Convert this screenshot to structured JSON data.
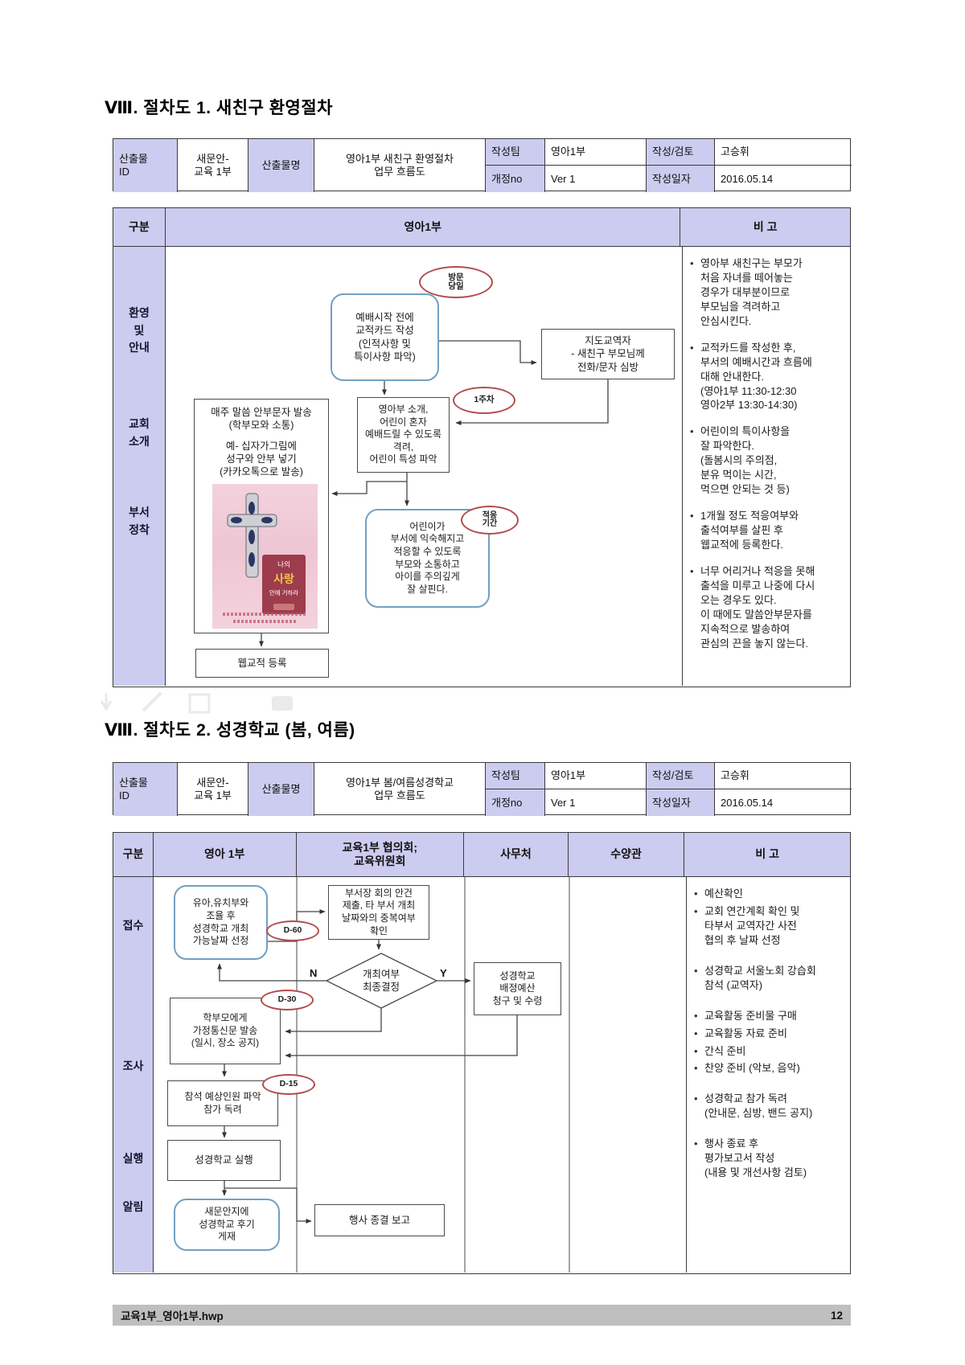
{
  "footer": {
    "filename": "교육1부_영아1부.hwp",
    "page_number": "12"
  },
  "colors": {
    "lavender": "#ccccf0",
    "oval_red": "#b24c4c",
    "roundbox_blue": "#72a0c2",
    "card_pink": "#eec6d4",
    "footer_gray": "#bfbfbf"
  },
  "doc1": {
    "title": "Ⅷ. 절차도 1. 새친구 환영절차",
    "meta": {
      "id_label": "산출물\nID",
      "id_value": "새문안-\n교육 1부",
      "name_label": "산출물명",
      "name_value": "영아1부 새친구 환영절차\n업무 흐름도",
      "team_label": "작성팀",
      "team_value": "영아1부",
      "review_label": "작성/검토",
      "review_value": "고승휘",
      "rev_label": "개정no",
      "rev_value": "Ver 1",
      "date_label": "작성일자",
      "date_value": "2016.05.14"
    },
    "columns": {
      "gubun": "구분",
      "main": "영아1부",
      "note": "비 고"
    },
    "lanes": [
      "환영\n및\n안내",
      "교회\n소개",
      "부서\n정착"
    ],
    "flow": {
      "oval_visit": "방문\n당일",
      "box_card": "예배시작 전에\n교적카드 작성\n(인적사항 및\n특이사항 파악)",
      "box_pastor": "지도교역자\n- 새친구 부모님께\n전화/문자 심방",
      "oval_week1": "1주차",
      "box_intro": "영아부 소개,\n어린이 혼자\n예배드릴 수 있도록\n격려,\n어린이 특성 파악",
      "box_message_line1": "매주 말씀 안부문자 발송\n(학부모와 소통)",
      "box_message_line2": "예- 십자가그림에\n성구와 안부 넣기\n(카카오톡으로 발송)",
      "card_image": {
        "book_line1": "나의",
        "book_line2": "사랑",
        "book_line3": "안에 거하라"
      },
      "oval_adapt": "적응\n기간",
      "box_adapt": "어린이가\n부서에 익숙해지고\n적응할 수 있도록\n부모와 소통하고\n아이를 주의깊게\n잘 살핀다.",
      "box_register": "웹교적 등록"
    },
    "notes": [
      "영아부 새친구는 부모가\n처음 자녀를 떼어놓는\n경우가 대부분이므로\n부모님을 격려하고\n안심시킨다.",
      "교적카드를 작성한 후,\n부서의 예배시간과 흐름에\n대해 안내한다.\n(영아1부 11:30-12:30\n영아2부 13:30-14:30)",
      "어린이의 특이사항을\n잘 파악한다.\n(돌봄시의 주의점,\n분유 먹이는 시간,\n먹으면 안되는 것 등)",
      "1개월 정도 적응여부와\n출석여부를 살핀 후\n웹교적에 등록한다.",
      "너무 어리거나 적응을 못해\n출석을 미루고 나중에 다시\n오는 경우도 있다.\n이 때에도 말씀안부문자를\n지속적으로 발송하여\n관심의 끈을 놓지 않는다."
    ]
  },
  "doc2": {
    "title": "Ⅷ. 절차도 2. 성경학교 (봄, 여름)",
    "meta": {
      "id_label": "산출물\nID",
      "id_value": "새문안-\n교육 1부",
      "name_label": "산출물명",
      "name_value": "영아1부 봄/여름성경학교\n업무 흐름도",
      "team_label": "작성팀",
      "team_value": "영아1부",
      "review_label": "작성/검토",
      "review_value": "고승휘",
      "rev_label": "개정no",
      "rev_value": "Ver 1",
      "date_label": "작성일자",
      "date_value": "2016.05.14"
    },
    "columns": [
      "구분",
      "영아 1부",
      "교육1부 협의회;\n교육위원회",
      "사무처",
      "수양관",
      "비 고"
    ],
    "lanes": [
      "접수",
      "조사",
      "실행",
      "알림"
    ],
    "flow": {
      "box_schedule": "유아,유치부와\n조율 후\n성경학교 개최\n가능날짜 선정",
      "oval_d60": "D-60",
      "box_agenda": "부서장 회의 안건\n제출, 타 부서 개최\n날짜와의 중복여부\n확인",
      "diamond_decision": "개최여부\n최종결정",
      "label_n": "N",
      "label_y": "Y",
      "box_budget": "성경학교\n배정예산\n청구 및 수령",
      "oval_d30": "D-30",
      "box_newsletter": "학부모에게\n가정통신문 발송\n(일시, 장소 공지)",
      "oval_d15": "D-15",
      "box_headcount": "참석 예상인원 파악\n참가 독려",
      "box_execute": "성경학교 실행",
      "box_review": "새문안지에\n성경학교 후기\n게재",
      "box_report": "행사 종결 보고"
    },
    "note_groups": [
      [
        "예산확인",
        "교회 연간계획 확인 및\n타부서 교역자간 사전\n협의 후 날짜 선정"
      ],
      [
        "성경학교 서울노회 강습회\n참석 (교역자)"
      ],
      [
        "교육활동 준비물 구매",
        "교육활동 자료 준비",
        "간식 준비",
        "찬양 준비 (악보, 음악)"
      ],
      [
        "성경학교 참가 독려\n(안내문, 심방, 밴드 공지)"
      ],
      [
        "행사 종료 후\n평가보고서 작성\n(내용 및 개선사항 검토)"
      ]
    ]
  }
}
